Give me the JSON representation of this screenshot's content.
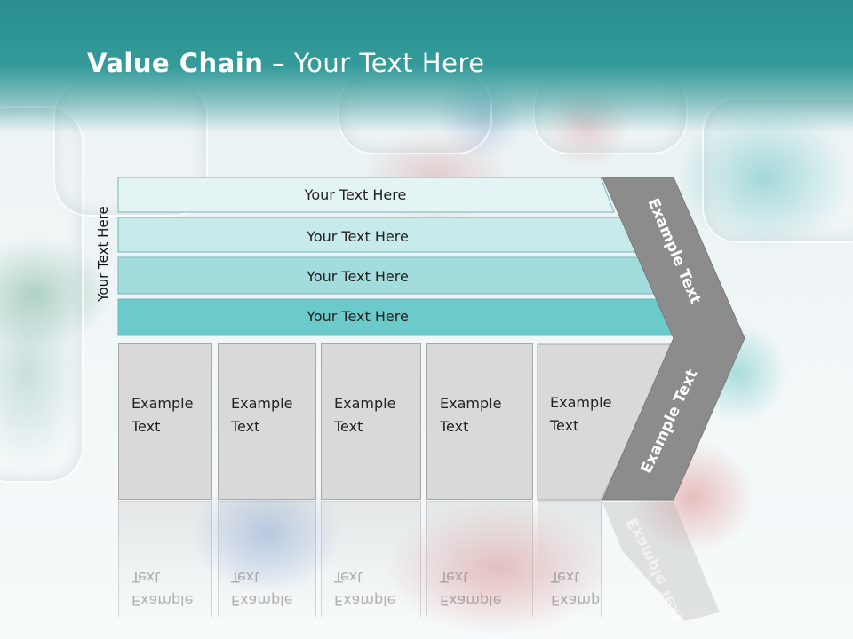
{
  "slide": {
    "title_bold": "Value Chain",
    "title_rest": " – Your Text Here",
    "vertical_label": "Your Text Here",
    "bands": [
      {
        "label": "Your Text Here",
        "color": "#e4f4f4"
      },
      {
        "label": "Your Text Here",
        "color": "#c7eaea"
      },
      {
        "label": "Your Text Here",
        "color": "#a3dcdc"
      },
      {
        "label": "Your Text Here",
        "color": "#6ccaca"
      }
    ],
    "columns": [
      {
        "label": "Example\nText"
      },
      {
        "label": "Example\nText"
      },
      {
        "label": "Example\nText"
      },
      {
        "label": "Example\nText"
      },
      {
        "label": "Example\nText"
      }
    ],
    "chevron_top": "Example Text",
    "chevron_bottom": "Example Text",
    "colors": {
      "header": "#2f9796",
      "chevron": "#8c8c8c",
      "column_fill": "#d9d9d9"
    }
  }
}
